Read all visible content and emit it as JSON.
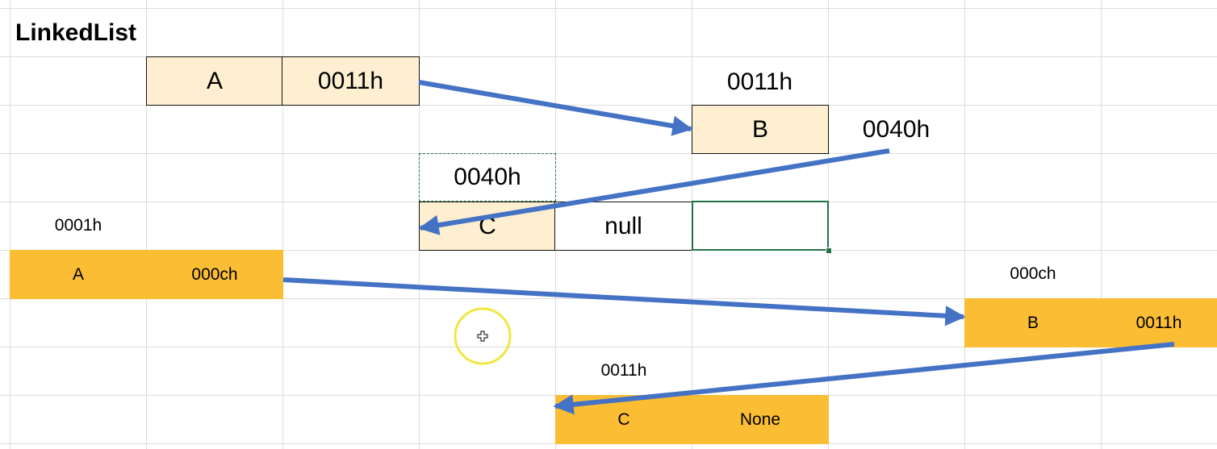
{
  "sheet": {
    "title": "LinkedList"
  },
  "diagram_top": {
    "node_a": {
      "value": "A",
      "pointer": "0011h"
    },
    "node_b": {
      "address": "0011h",
      "value": "B",
      "pointer": "0040h"
    },
    "node_c": {
      "address": "0040h",
      "value": "C",
      "pointer": "null"
    }
  },
  "diagram_bottom": {
    "node_a": {
      "address": "0001h",
      "value": "A",
      "pointer": "000ch"
    },
    "node_b": {
      "address": "000ch",
      "value": "B",
      "pointer": "0011h"
    },
    "node_c": {
      "address": "0011h",
      "value": "C",
      "pointer": "None"
    }
  },
  "colors": {
    "light_fill": "#fdefd0",
    "gold_fill": "#fbbd33",
    "arrow": "#4472c4",
    "selection": "#217346",
    "cursor_ring": "#f2e640"
  },
  "icons": {
    "cursor": "cell-select-cursor-icon"
  }
}
